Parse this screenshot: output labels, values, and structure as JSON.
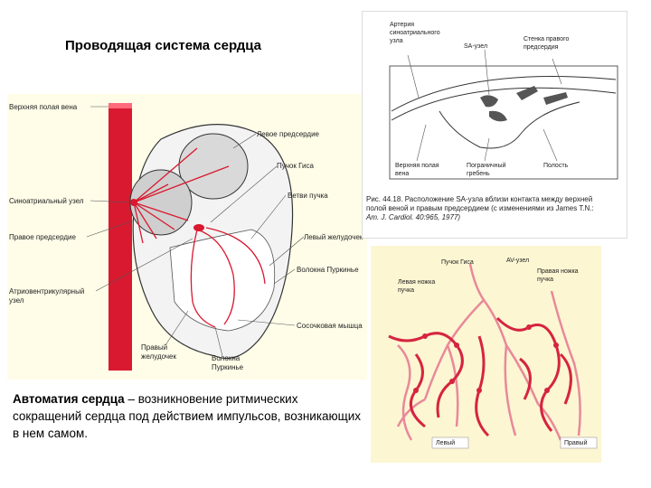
{
  "title": "Проводящая система сердца",
  "heart_labels": {
    "svc": "Верхняя полая вена",
    "left_atrium": "Левое предсердие",
    "his_bundle": "Пучок Гиса",
    "sa_node": "Синоатриальный узел",
    "bundle_branch": "Ветви пучка",
    "right_atrium": "Правое предсердие",
    "left_ventricle": "Левый желудочек",
    "purkinje_fibers": "Волокна Пуркинье",
    "av_node_1": "Атриовентрикулярный",
    "av_node_2": "узел",
    "papillary_muscle": "Сосочковая мышца",
    "right_ventricle_1": "Правый",
    "right_ventricle_2": "желудочек",
    "purkinje_bottom_1": "Волокна",
    "purkinje_bottom_2": "Пуркинье"
  },
  "sa_labels": {
    "artery_1": "Артерия",
    "artery_2": "синоатриального",
    "artery_3": "узла",
    "sa_node": "SA-узел",
    "wall_1": "Стенка правого",
    "wall_2": "предсердия",
    "svc_1": "Верхняя полая",
    "svc_2": "вена",
    "crest_1": "Пограничный",
    "crest_2": "гребень",
    "cavity": "Полость",
    "caption_1": "Рис. 44.18. Расположение SA-узла вблизи контакта между верхней",
    "caption_2": "полой веной и правым предсердием (с изменениями из James T.N.:",
    "caption_3": "Am. J. Cardiol. 40:965, 1977)"
  },
  "purkinje_labels": {
    "his": "Пучок Гиса",
    "av_node": "AV-узел",
    "right_branch_1": "Правая ножка",
    "right_branch_2": "пучка",
    "left_branch_1": "Левая ножка",
    "left_branch_2": "пучка",
    "left": "Левый",
    "right": "Правый"
  },
  "description": {
    "term": "Автоматия сердца",
    "text": " – возникновение ритмических сокращений сердца под действием импульсов, возникающих в нем самом."
  }
}
